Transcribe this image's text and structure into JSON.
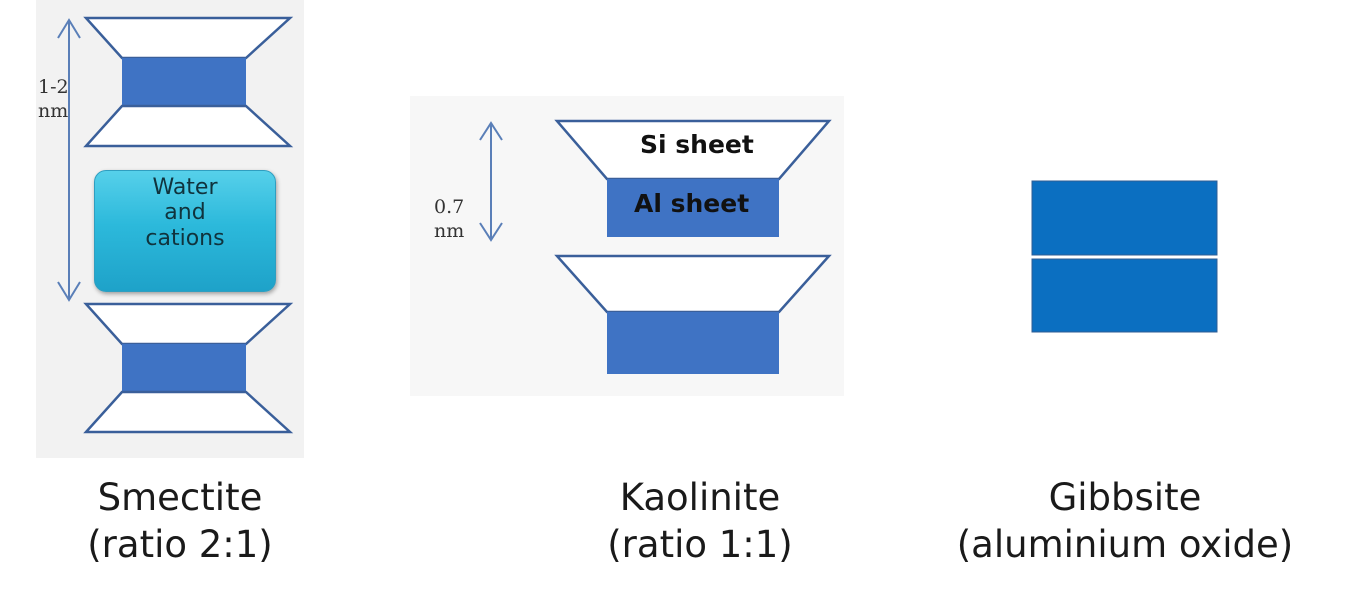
{
  "smectite": {
    "measurement": [
      "1-2",
      "nm"
    ],
    "interlayer_label": [
      "Water",
      "and",
      "cations"
    ],
    "caption": [
      "Smectite",
      "(ratio 2:1)"
    ]
  },
  "kaolinite": {
    "measurement": [
      "0.7",
      "nm"
    ],
    "si_sheet_label": "Si sheet",
    "al_sheet_label": "Al sheet",
    "caption": [
      "Kaolinite",
      "(ratio 1:1)"
    ]
  },
  "gibbsite": {
    "caption": [
      "Gibbsite",
      "(aluminium oxide)"
    ]
  },
  "colors": {
    "sheet_fill": "#3f73c4",
    "gibbsite_fill": "#0b6fc1",
    "outline": "#3a5f9a",
    "water_fill": "#2cb9db"
  }
}
